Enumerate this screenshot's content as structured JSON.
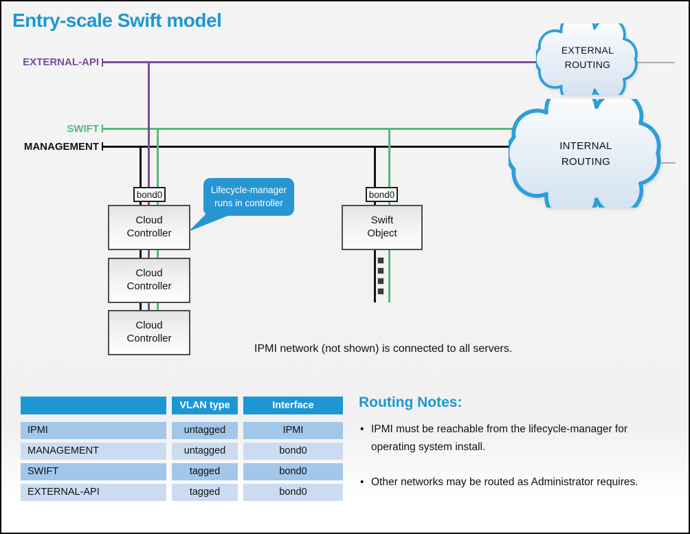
{
  "title": "Entry-scale Swift model",
  "colors": {
    "hp-blue": "#1c97d4",
    "purple": "#7c4a9d",
    "green": "#55b97d",
    "line-black": "#111111",
    "gray-line": "#ababab",
    "row-dark": "#a2c7e9",
    "row-light": "#cbdcf1",
    "bubble-blue": "#2896d2",
    "cloud-stroke": "#2b9fd8",
    "cloud-fill": "#d4e2f1"
  },
  "diagram": {
    "networks": [
      {
        "label": "EXTERNAL-API"
      },
      {
        "label": "SWIFT"
      },
      {
        "label": "MANAGEMENT"
      }
    ],
    "clouds": [
      {
        "line1": "EXTERNAL",
        "line2": "ROUTING"
      },
      {
        "line1": "INTERNAL",
        "line2": "ROUTING"
      }
    ],
    "bond_labels": [
      "bond0",
      "bond0"
    ],
    "controllers": [
      "Cloud Controller",
      "Cloud Controller",
      "Cloud Controller"
    ],
    "swift_object": "Swift Object",
    "callout": {
      "line1": "Lifecycle-manager",
      "line2": "runs in controller"
    },
    "note": "IPMI network (not shown) is connected to all servers."
  },
  "table": {
    "headers": [
      "",
      "VLAN type",
      "Interface"
    ],
    "rows": [
      {
        "network": "IPMI",
        "vlan_type": "untagged",
        "interface": "IPMI"
      },
      {
        "network": "MANAGEMENT",
        "vlan_type": "untagged",
        "interface": "bond0"
      },
      {
        "network": "SWIFT",
        "vlan_type": "tagged",
        "interface": "bond0"
      },
      {
        "network": "EXTERNAL-API",
        "vlan_type": "tagged",
        "interface": "bond0"
      }
    ]
  },
  "routing_notes": {
    "title": "Routing Notes:",
    "bullets": [
      "IPMI must be reachable from the lifecycle-manager for operating system install.",
      "Other networks may be routed as Administrator requires."
    ]
  }
}
